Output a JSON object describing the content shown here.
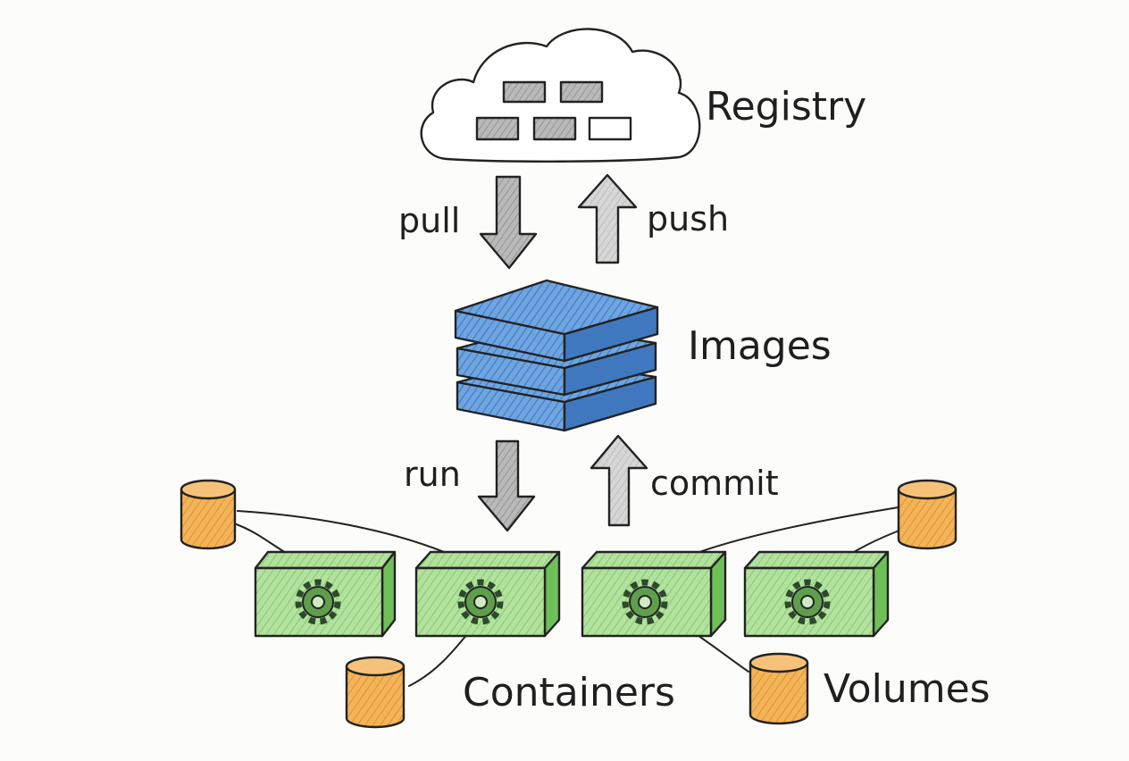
{
  "diagram": {
    "labels": {
      "registry": "Registry",
      "images": "Images",
      "containers": "Containers",
      "volumes": "Volumes",
      "pull": "pull",
      "push": "push",
      "run": "run",
      "commit": "commit"
    },
    "colors": {
      "image_layer": "#5b95d6",
      "image_layer_dark": "#3f78bf",
      "container": "#9fd88a",
      "container_dark": "#6fbf59",
      "volume": "#f0a944",
      "volume_dark": "#d98b24",
      "arrow": "#9a9a9a",
      "ink": "#222222"
    },
    "icons": {
      "cloud": "cloud-icon",
      "gear": "gear-icon",
      "cylinder": "cylinder-icon"
    }
  }
}
